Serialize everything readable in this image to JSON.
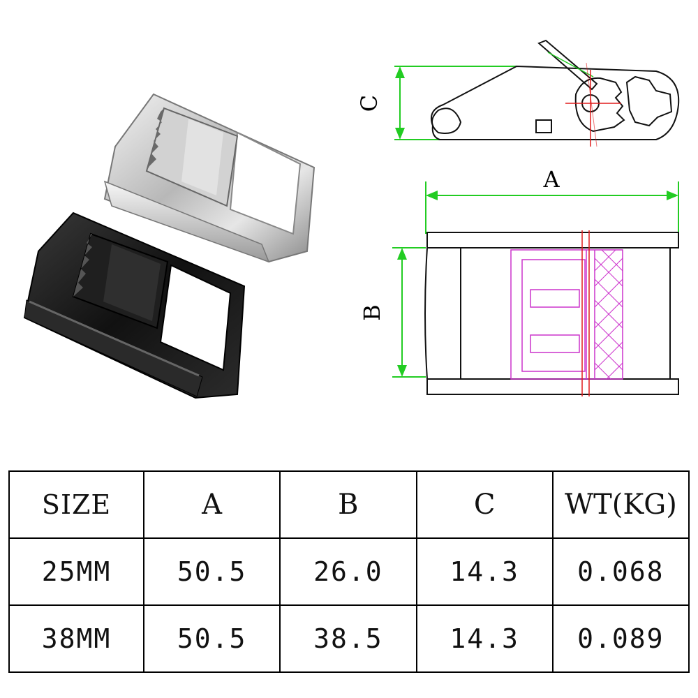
{
  "diagram": {
    "dimension_labels": {
      "a": "A",
      "b": "B",
      "c": "C"
    }
  },
  "colors": {
    "dimension_line": "#22cc22",
    "outline": "#111111",
    "center_line": "#e11b1b",
    "mechanism": "#cc33cc",
    "buckle_silver": "#c9c9c9",
    "buckle_black": "#1a1a1a"
  },
  "products": {
    "silver_buckle": "silver-cam-buckle",
    "black_buckle": "black-cam-buckle"
  },
  "table": {
    "headers": [
      "SIZE",
      "A",
      "B",
      "C",
      "WT(KG)"
    ],
    "rows": [
      [
        "25MM",
        "50.5",
        "26.0",
        "14.3",
        "0.068"
      ],
      [
        "38MM",
        "50.5",
        "38.5",
        "14.3",
        "0.089"
      ]
    ]
  }
}
